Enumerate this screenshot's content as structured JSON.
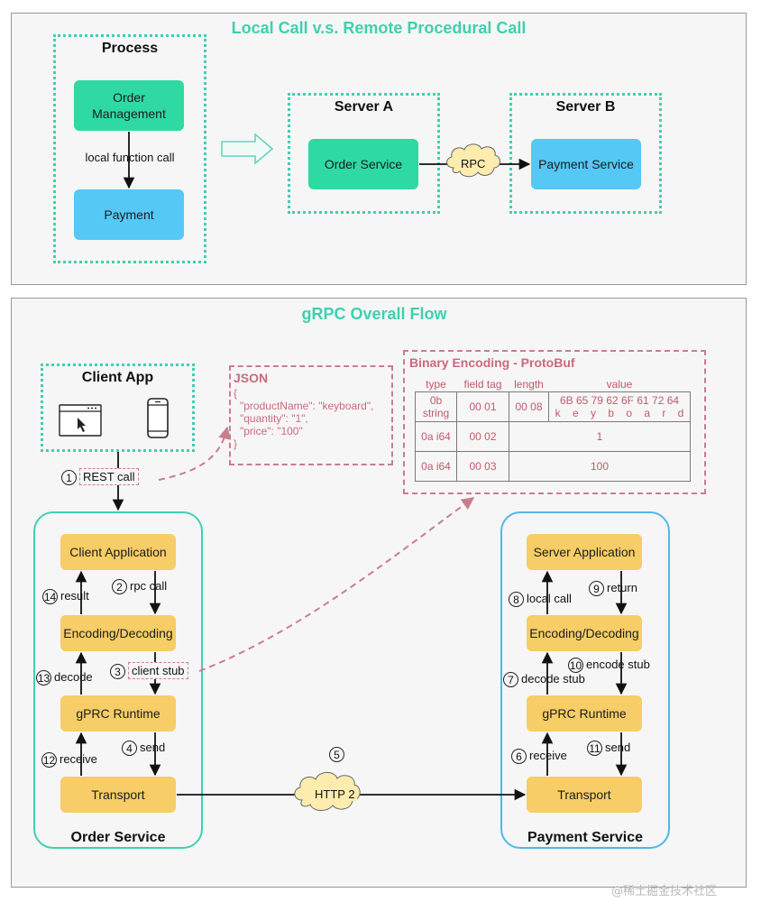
{
  "top_panel": {
    "title": "Local Call v.s. Remote Procedural Call",
    "process": {
      "title": "Process",
      "order_node": "Order Management",
      "call_label": "local function call",
      "payment_node": "Payment"
    },
    "server_a": {
      "title": "Server A",
      "node": "Order Service"
    },
    "rpc_label": "RPC",
    "server_b": {
      "title": "Server B",
      "node": "Payment Service"
    }
  },
  "bottom_panel": {
    "title": "gRPC Overall Flow",
    "client_app": {
      "title": "Client App"
    },
    "rest_call": {
      "num": "1",
      "label": "REST call"
    },
    "json_box": {
      "title": "JSON",
      "lines": [
        "{",
        "\"productName\": \"keyboard\",",
        "\"quantity\": \"1\",",
        "\"price\": \"100\"",
        "}"
      ]
    },
    "protobuf": {
      "title": "Binary Encoding - ProtoBuf",
      "headers": [
        "type",
        "field tag",
        "length",
        "value"
      ],
      "rows": [
        {
          "type": "0b string",
          "tag": "00 01",
          "length": "00 08",
          "hex": "6B 65 79 62 6F 61 72 64",
          "chars": "k e y b o a r d"
        },
        {
          "type": "0a i64",
          "tag": "00 02",
          "value": "1"
        },
        {
          "type": "0a i64",
          "tag": "00 03",
          "value": "100"
        }
      ]
    },
    "order_service": {
      "title": "Order Service",
      "nodes": [
        "Client Application",
        "Encoding/Decoding",
        "gPRC Runtime",
        "Transport"
      ],
      "steps": {
        "rpc_call": {
          "num": "2",
          "label": "rpc call"
        },
        "client_stub": {
          "num": "3",
          "label": "client stub"
        },
        "send": {
          "num": "4",
          "label": "send"
        },
        "receive": {
          "num": "12",
          "label": "receive"
        },
        "decode": {
          "num": "13",
          "label": "decode"
        },
        "result": {
          "num": "14",
          "label": "result"
        }
      }
    },
    "http2": {
      "num": "5",
      "label": "HTTP 2"
    },
    "payment_service": {
      "title": "Payment Service",
      "nodes": [
        "Server Application",
        "Encoding/Decoding",
        "gPRC Runtime",
        "Transport"
      ],
      "steps": {
        "receive": {
          "num": "6",
          "label": "receive"
        },
        "decode_stub": {
          "num": "7",
          "label": "decode stub"
        },
        "local_call": {
          "num": "8",
          "label": "local call"
        },
        "return": {
          "num": "9",
          "label": "return"
        },
        "encode_stub": {
          "num": "10",
          "label": "encode stub"
        },
        "send": {
          "num": "11",
          "label": "send"
        }
      }
    }
  },
  "watermark": "@稀土掘金技术社区"
}
